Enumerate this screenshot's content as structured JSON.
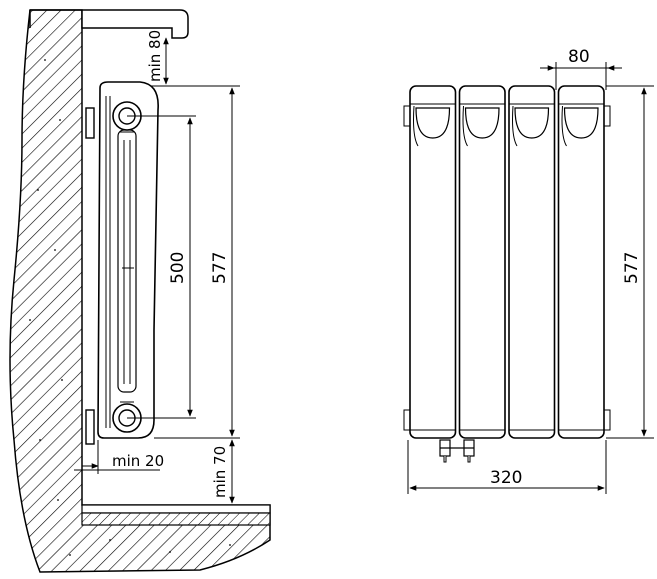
{
  "side_view": {
    "dimensions": {
      "shelf_clearance": "min 80",
      "wall_clearance": "min 20",
      "floor_clearance": "min 70",
      "axis_distance": "500",
      "height": "577"
    }
  },
  "front_view": {
    "section_count": 4,
    "dimensions": {
      "section_width": "80",
      "height": "577",
      "total_width": "320"
    }
  },
  "colors": {
    "line": "#000000",
    "background": "#ffffff",
    "shading": "#d8d8d8"
  }
}
